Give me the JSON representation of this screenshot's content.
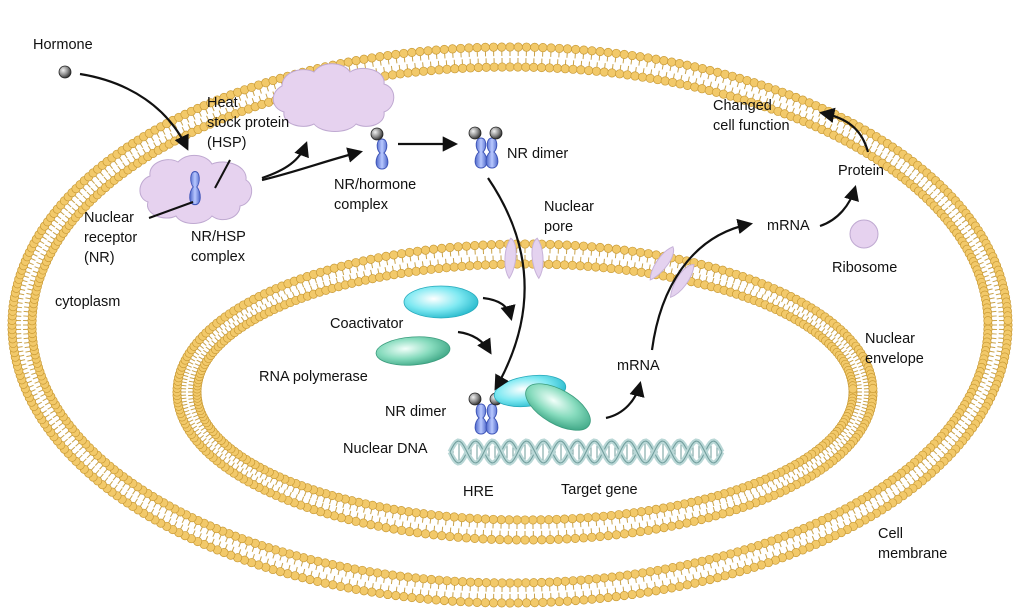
{
  "labels": {
    "hormone": "Hormone",
    "hsp_line1": "Heat",
    "hsp_line2": "stock protein",
    "hsp_line3": "(HSP)",
    "nr_line1": "Nuclear",
    "nr_line2": "receptor",
    "nr_line3": "(NR)",
    "nrhsp_line1": "NR/HSP",
    "nrhsp_line2": "complex",
    "nrhormone_line1": "NR/hormone",
    "nrhormone_line2": "complex",
    "nr_dimer_top": "NR dimer",
    "nuclear_pore_line1": "Nuclear",
    "nuclear_pore_line2": "pore",
    "cytoplasm": "cytoplasm",
    "coactivator": "Coactivator",
    "rna_polymerase": "RNA polymerase",
    "nr_dimer_bottom": "NR dimer",
    "nuclear_dna": "Nuclear DNA",
    "hre": "HRE",
    "target_gene": "Target gene",
    "mrna_nucleus": "mRNA",
    "mrna_cytoplasm": "mRNA",
    "ribosome": "Ribosome",
    "protein": "Protein",
    "changed_line1": "Changed",
    "changed_line2": "cell function",
    "nuclear_envelope_line1": "Nuclear",
    "nuclear_envelope_line2": "envelope",
    "cell_membrane_line1": "Cell",
    "cell_membrane_line2": "membrane"
  },
  "colors": {
    "membrane_head": "#f2c96a",
    "membrane_head_stroke": "#c99a35",
    "membrane_tail": "#c9a24a",
    "hsp_fill": "#e6d2ef",
    "hsp_stroke": "#b9a3cc",
    "receptor_fill": "#8ea6f2",
    "receptor_stroke": "#3e55b8",
    "hormone_fill": "#8c8c8c",
    "coactivator_fill": "#6fe3ef",
    "rna_pol_fill": "#74d1b2",
    "dna_fill": "#b9d7d6",
    "dna_stroke": "#6f9c9b",
    "ribosome_fill": "#e6d2ef",
    "arrow": "#111111"
  }
}
